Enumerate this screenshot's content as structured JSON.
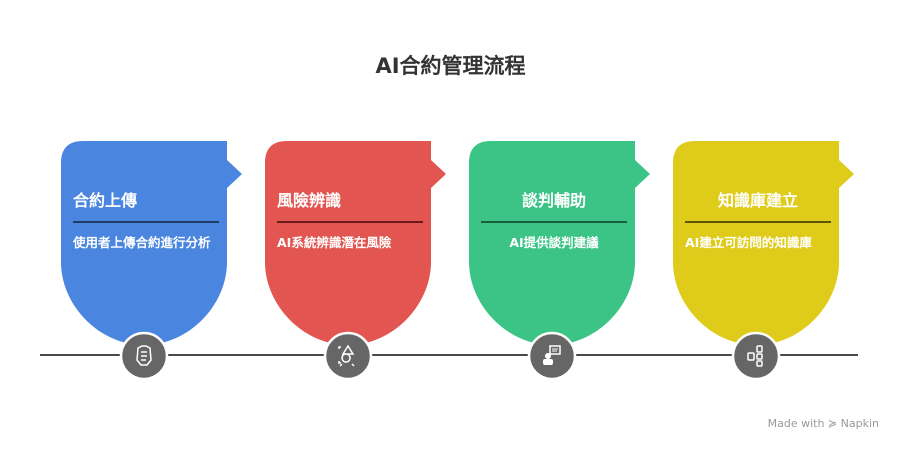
{
  "title": "AI合約管理流程",
  "steps": [
    {
      "heading": "合約上傳",
      "body": "使用者上傳合約進行分析",
      "color": "#4a86e0",
      "divider": "#1f3b66",
      "icon": "contract-hands-icon",
      "align": "left"
    },
    {
      "heading": "風險辨識",
      "body": "AI系統辨識潛在風險",
      "color": "#e25550",
      "divider": "#6b1c1a",
      "icon": "risk-scan-icon",
      "align": "left"
    },
    {
      "heading": "談判輔助",
      "body": "AI提供談判建議",
      "color": "#3cc487",
      "divider": "#175e3c",
      "icon": "chat-assistant-icon",
      "align": "center"
    },
    {
      "heading": "知識庫建立",
      "body": "AI建立可訪問的知識庫",
      "color": "#dfcb1a",
      "divider": "#5e5508",
      "icon": "database-hierarchy-icon",
      "align": "left"
    }
  ],
  "footer": "Made with ≽ Napkin"
}
